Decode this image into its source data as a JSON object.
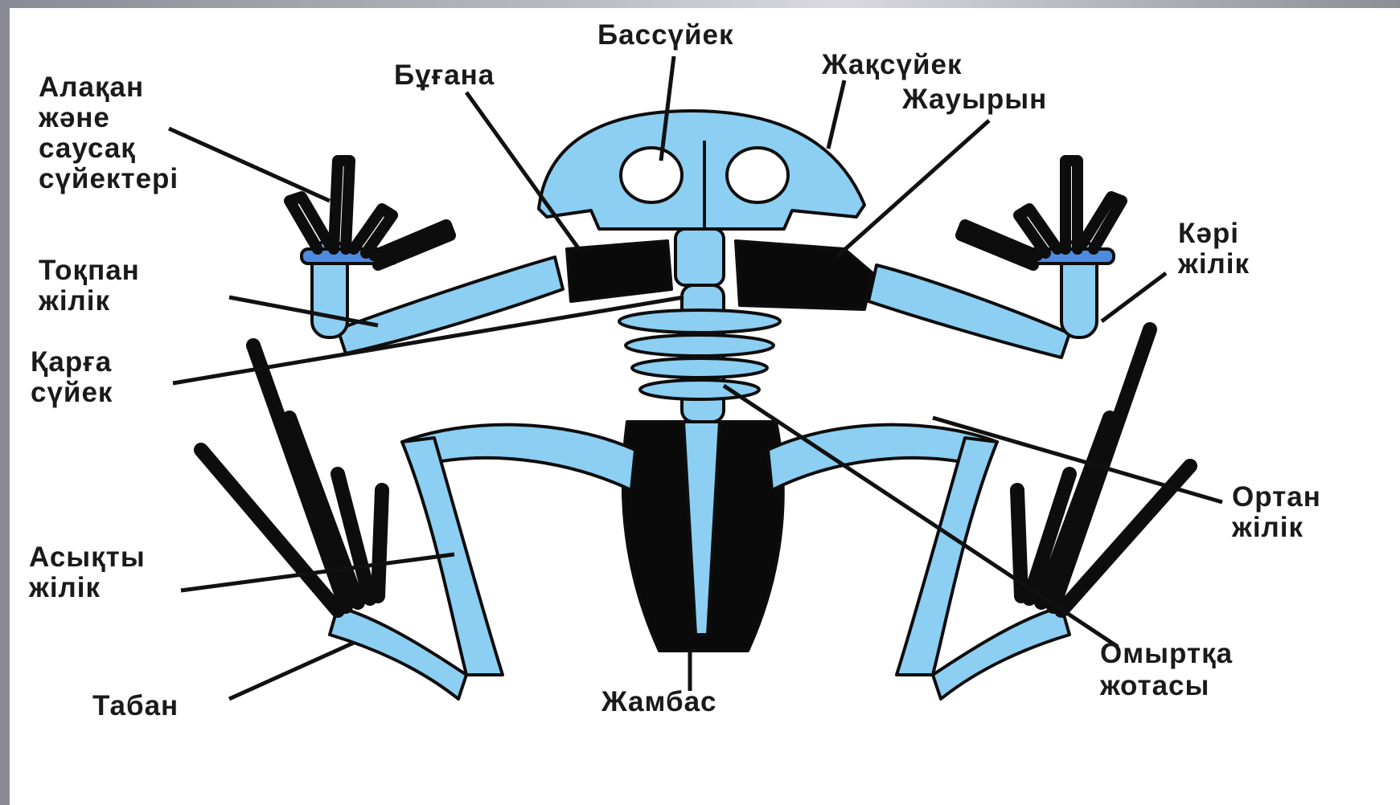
{
  "labels": {
    "bassuyek": "Бассүйек",
    "zhaksuyek": "Жақсүйек",
    "buğana": "Бұғана",
    "zhauyryn": "Жауырын",
    "alakan_1": "Алақан",
    "alakan_2": "және",
    "alakan_3": "саусақ",
    "alakan_4": "сүйектері",
    "tokpan_1": "Тоқпан",
    "tokpan_2": "жілік",
    "karga_1": "Қарға",
    "karga_2": "сүйек",
    "kari_1": "Кәрі",
    "kari_2": "жілік",
    "ortan_1": "Ортан",
    "ortan_2": "жілік",
    "asykty_1": "Асықты",
    "asykty_2": "жілік",
    "omyrtka_1": "Омыртқа",
    "omyrtka_2": "жотасы",
    "taban": "Табан",
    "zhambas": "Жамбас"
  },
  "colors": {
    "bone": "#8ccff2",
    "bone_outline": "#0d0d0d",
    "highlight": "#0a0a0a",
    "wrist_accent": "#4d8be0"
  }
}
